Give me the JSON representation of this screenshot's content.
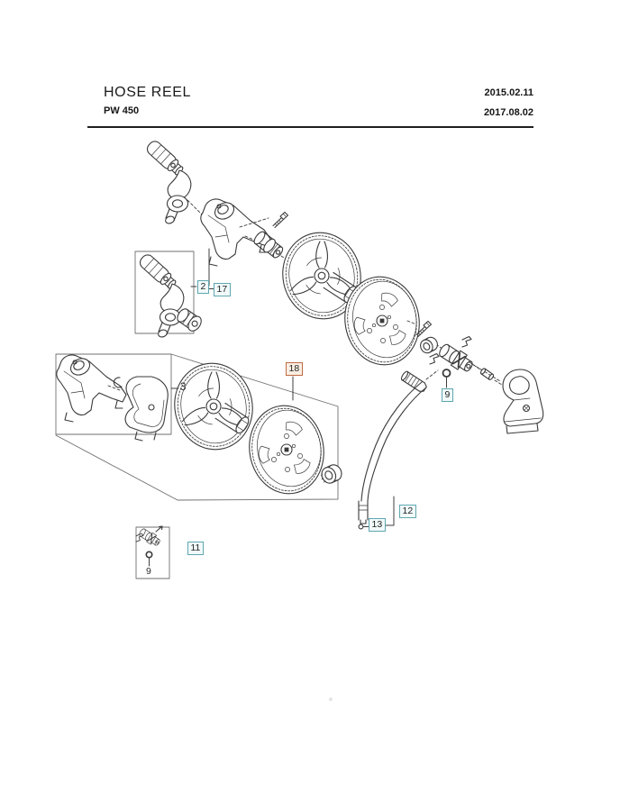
{
  "header": {
    "title": "HOSE REEL",
    "model": "PW 450",
    "date_created": "2015.02.11",
    "date_revised": "2017.08.02"
  },
  "colors": {
    "callout_teal_border": "#5fa7b0",
    "callout_teal_fill": "#f1f9fa",
    "callout_orange_border": "#c06a45",
    "callout_orange_fill": "#fbeee2",
    "line_art": "#3a3a3a"
  },
  "callouts": {
    "c2": {
      "label": "2",
      "style": "teal"
    },
    "c17": {
      "label": "17",
      "style": "teal"
    },
    "c3": {
      "label": "3",
      "style": "plain"
    },
    "c18": {
      "label": "18",
      "style": "orange"
    },
    "c9_right": {
      "label": "9",
      "style": "teal"
    },
    "c12": {
      "label": "12",
      "style": "teal"
    },
    "c13": {
      "label": "13",
      "style": "teal"
    },
    "c11": {
      "label": "11",
      "style": "teal"
    },
    "c9_bottom": {
      "label": "9",
      "style": "plain"
    }
  }
}
